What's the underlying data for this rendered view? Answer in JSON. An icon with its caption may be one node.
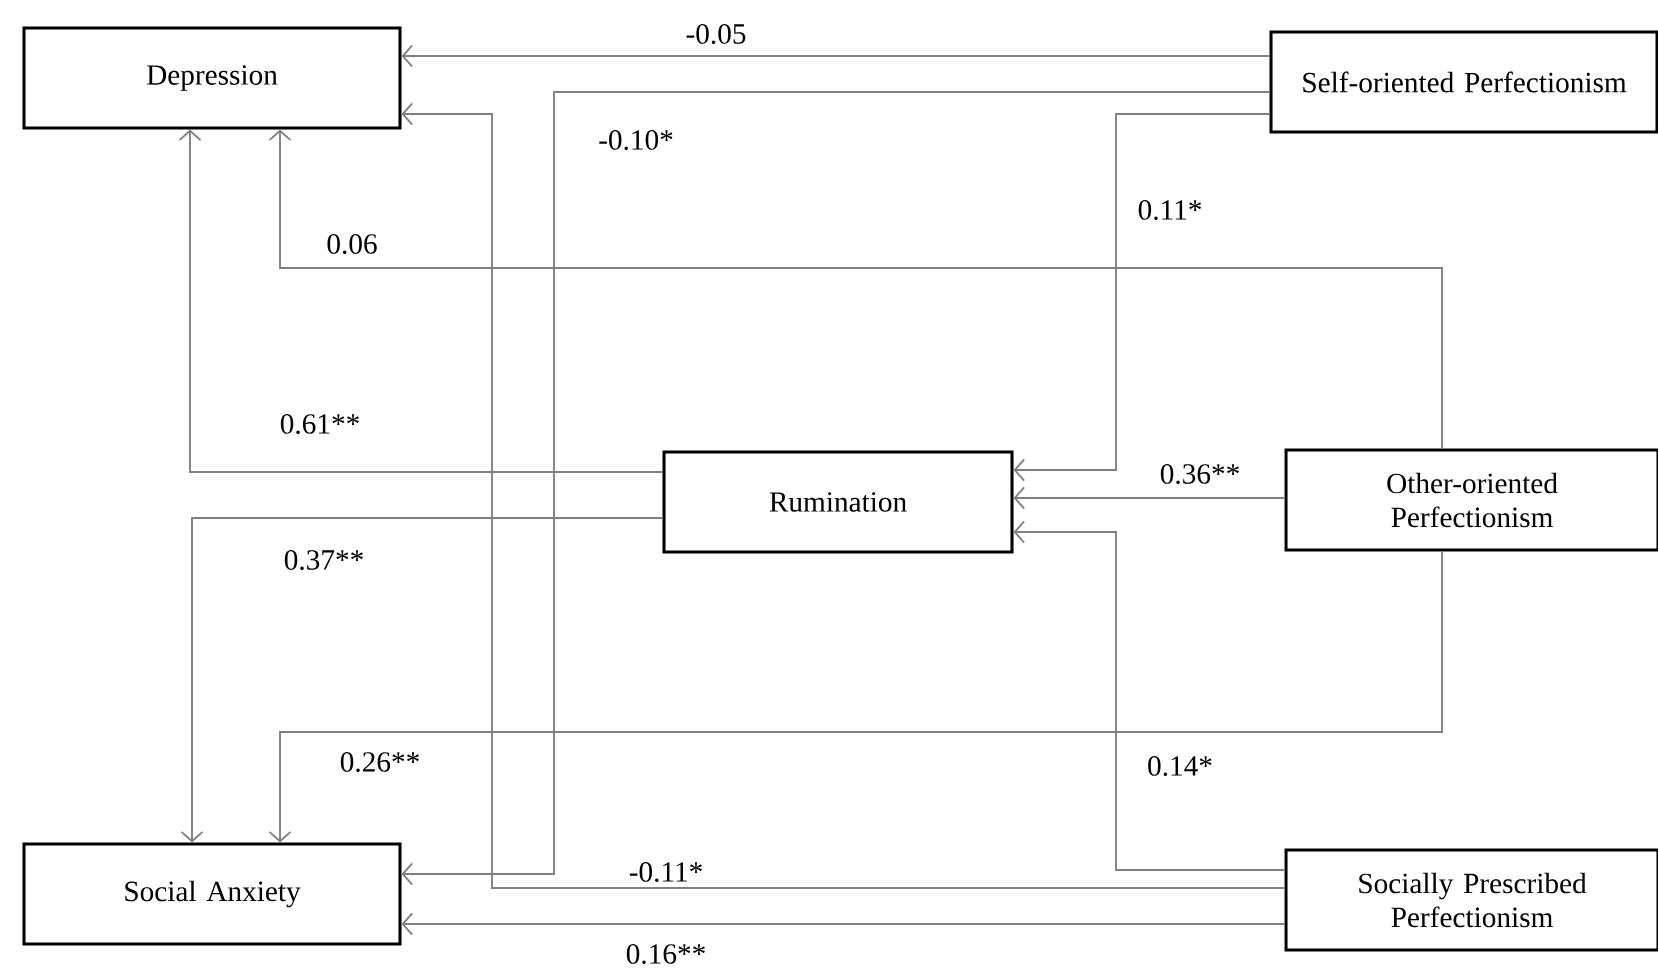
{
  "diagram": {
    "nodes": [
      {
        "text": [
          "Depression"
        ]
      },
      {
        "text": [
          "Self-oriented Perfectionism"
        ]
      },
      {
        "text": [
          "Rumination"
        ]
      },
      {
        "text": [
          "Other-oriented Perfectionism"
        ]
      },
      {
        "text": [
          "Social Anxiety"
        ]
      },
      {
        "text": [
          "Socially Prescribed Perfectionism"
        ]
      }
    ],
    "edges": [
      {
        "from": 1,
        "to": 0,
        "arrow": "to",
        "label": "-0.05"
      },
      {
        "from": 1,
        "to": 4,
        "arrow": "to",
        "label": "-0.10*"
      },
      {
        "from": 5,
        "to": 0,
        "arrow": "to",
        "label": "-0.11*"
      },
      {
        "from": 1,
        "to": 2,
        "arrow": "to",
        "label": "0.11*"
      },
      {
        "from": 3,
        "to": 0,
        "arrow": "to",
        "label": "0.06"
      },
      {
        "from": 3,
        "to": 2,
        "arrow": "to",
        "label": "0.36**"
      },
      {
        "from": 2,
        "to": 0,
        "arrow": "to",
        "label": "0.61**"
      },
      {
        "from": 2,
        "to": 4,
        "arrow": "to",
        "label": "0.37**"
      },
      {
        "from": 3,
        "to": 4,
        "arrow": "to",
        "label": "0.26**"
      },
      {
        "from": 5,
        "to": 2,
        "arrow": "to",
        "label": "0.14*"
      },
      {
        "from": 5,
        "to": 4,
        "arrow": "to",
        "label": "0.16**"
      }
    ]
  }
}
